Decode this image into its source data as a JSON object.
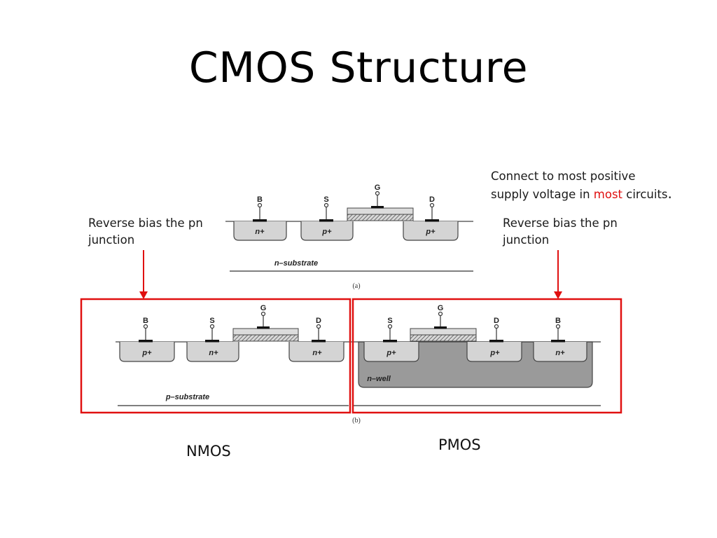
{
  "slide": {
    "title": "CMOS Structure",
    "note_right_top": {
      "line1": "Connect to most positive",
      "line2_pre": "supply voltage in ",
      "line2_highlight": "most",
      "line2_post": " circuits",
      "line2_end": "."
    },
    "note_left": {
      "line1": "Reverse bias the pn",
      "line2": "junction"
    },
    "note_right": {
      "line1": "Reverse bias the pn",
      "line2": "junction"
    },
    "caption_nmos": "NMOS",
    "caption_pmos": "PMOS"
  },
  "figure_a": {
    "terminals": [
      "B",
      "S",
      "G",
      "D"
    ],
    "regions": [
      "n+",
      "p+",
      "p+"
    ],
    "substrate": "n–substrate",
    "label": "(a)"
  },
  "figure_b": {
    "nmos_terminals": [
      "B",
      "S",
      "G",
      "D"
    ],
    "nmos_regions": [
      "p+",
      "n+",
      "n+"
    ],
    "pmos_terminals": [
      "S",
      "G",
      "D",
      "B"
    ],
    "pmos_regions": [
      "p+",
      "p+",
      "n+"
    ],
    "well": "n–well",
    "substrate": "p–substrate",
    "label": "(b)"
  },
  "colors": {
    "highlight": "#e01010",
    "diffusion": "#d4d4d4",
    "well": "#9a9a9a"
  }
}
